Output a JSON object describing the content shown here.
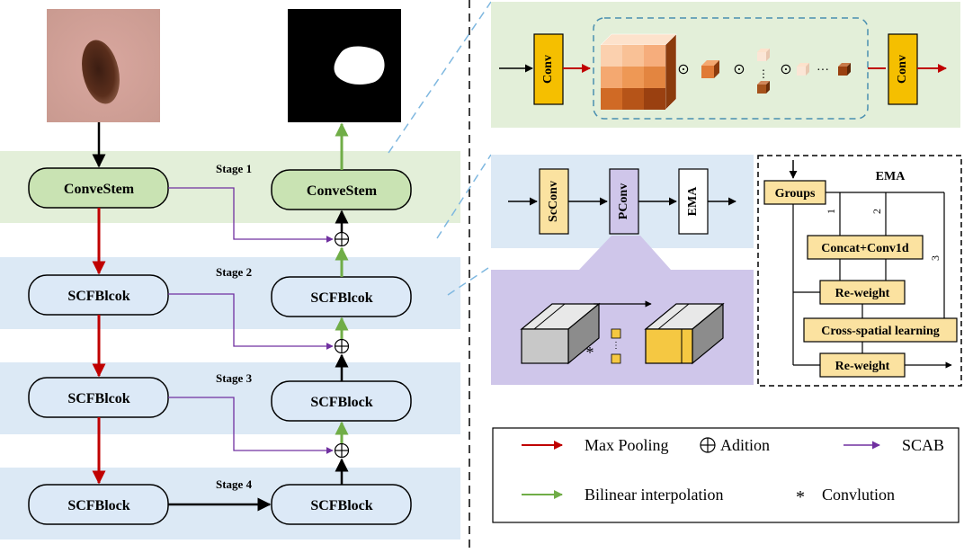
{
  "stages": [
    {
      "label": "Stage 1",
      "encoder": "ConveStem",
      "decoder": "ConveStem"
    },
    {
      "label": "Stage 2",
      "encoder": "SCFBlcok",
      "decoder": "SCFBlcok"
    },
    {
      "label": "Stage 3",
      "encoder": "SCFBlcok",
      "decoder": "SCFBlock"
    },
    {
      "label": "Stage 4",
      "encoder": "SCFBlock",
      "decoder": "SCFBlock"
    }
  ],
  "conv_detail": {
    "left": "Conv",
    "right": "Conv",
    "dots": "···"
  },
  "block_detail": {
    "a": "ScConv",
    "b": "PConv",
    "c": "EMA"
  },
  "ema": {
    "title": "EMA",
    "groups": "Groups",
    "concat": "Concat+Conv1d",
    "reweight1": "Re-weight",
    "cross": "Cross-spatial learning",
    "reweight2": "Re-weight",
    "branch1": "1",
    "branch2": "2",
    "branch3": "3"
  },
  "legend": {
    "max_pooling": "Max Pooling",
    "addition": "Adition",
    "scab": "SCAB",
    "bilinear": "Bilinear interpolation",
    "convolution": "Convlution"
  },
  "colors": {
    "stage1_bg": "#e3efd9",
    "stage_bg": "#dce9f5",
    "convestem_fill": "#c9e3b3",
    "scf_fill": "#dce9f7",
    "yellow": "#fbe2a0",
    "red_arrow": "#c00000",
    "green_arrow": "#70ad47",
    "purple_arrow": "#7030a0"
  }
}
